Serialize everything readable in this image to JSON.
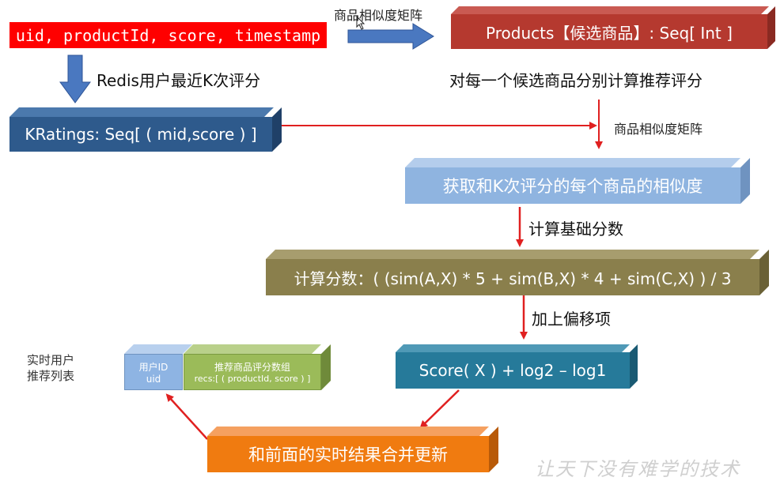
{
  "input_box": {
    "text": "uid, productId, score, timestamp"
  },
  "top_arrow_label": "商品相似度矩阵",
  "products_box": {
    "text": "Products【候选商品】: Seq[ Int ]"
  },
  "redis_label": "Redis用户最近K次评分",
  "per_candidate_label": "对每一个候选商品分别计算推荐评分",
  "kratings_box": {
    "text": "KRatings: Seq[ ( mid,score ) ]"
  },
  "similarity_matrix_label": "商品相似度矩阵",
  "similarity_box": {
    "text": "获取和K次评分的每个商品的相似度"
  },
  "calc_base_label": "计算基础分数",
  "score_formula_box": {
    "text": "计算分数：( (sim(A,X) * 5 + sim(B,X) * 4 + sim(C,X) ) / 3"
  },
  "offset_label": "加上偏移项",
  "final_score_box": {
    "text": "Score( X ) + log2 – log1"
  },
  "realtime_list_label": {
    "line1": "实时用户",
    "line2": "推荐列表"
  },
  "user_id_cell": {
    "title": "用户ID",
    "sub": "uid"
  },
  "recs_cell": {
    "title": "推荐商品评分数组",
    "sub": "recs:[ ( productId, score ) ]"
  },
  "merge_box": {
    "text": "和前面的实时结果合并更新"
  },
  "watermark": "让天下没有难学的技术",
  "colors": {
    "input_red": "#ff0000",
    "products_red": "#b5392f",
    "kratings_blue": "#2e5a8c",
    "similarity_lightblue": "#8fb4e0",
    "formula_olive": "#8a7f4c",
    "score_teal": "#267a9a",
    "merge_orange": "#f07b10",
    "userid_blue": "#8eb4e3",
    "recs_green": "#9bbb59",
    "arrow_red": "#e02020",
    "big_arrow_blue": "#4a78c0"
  }
}
